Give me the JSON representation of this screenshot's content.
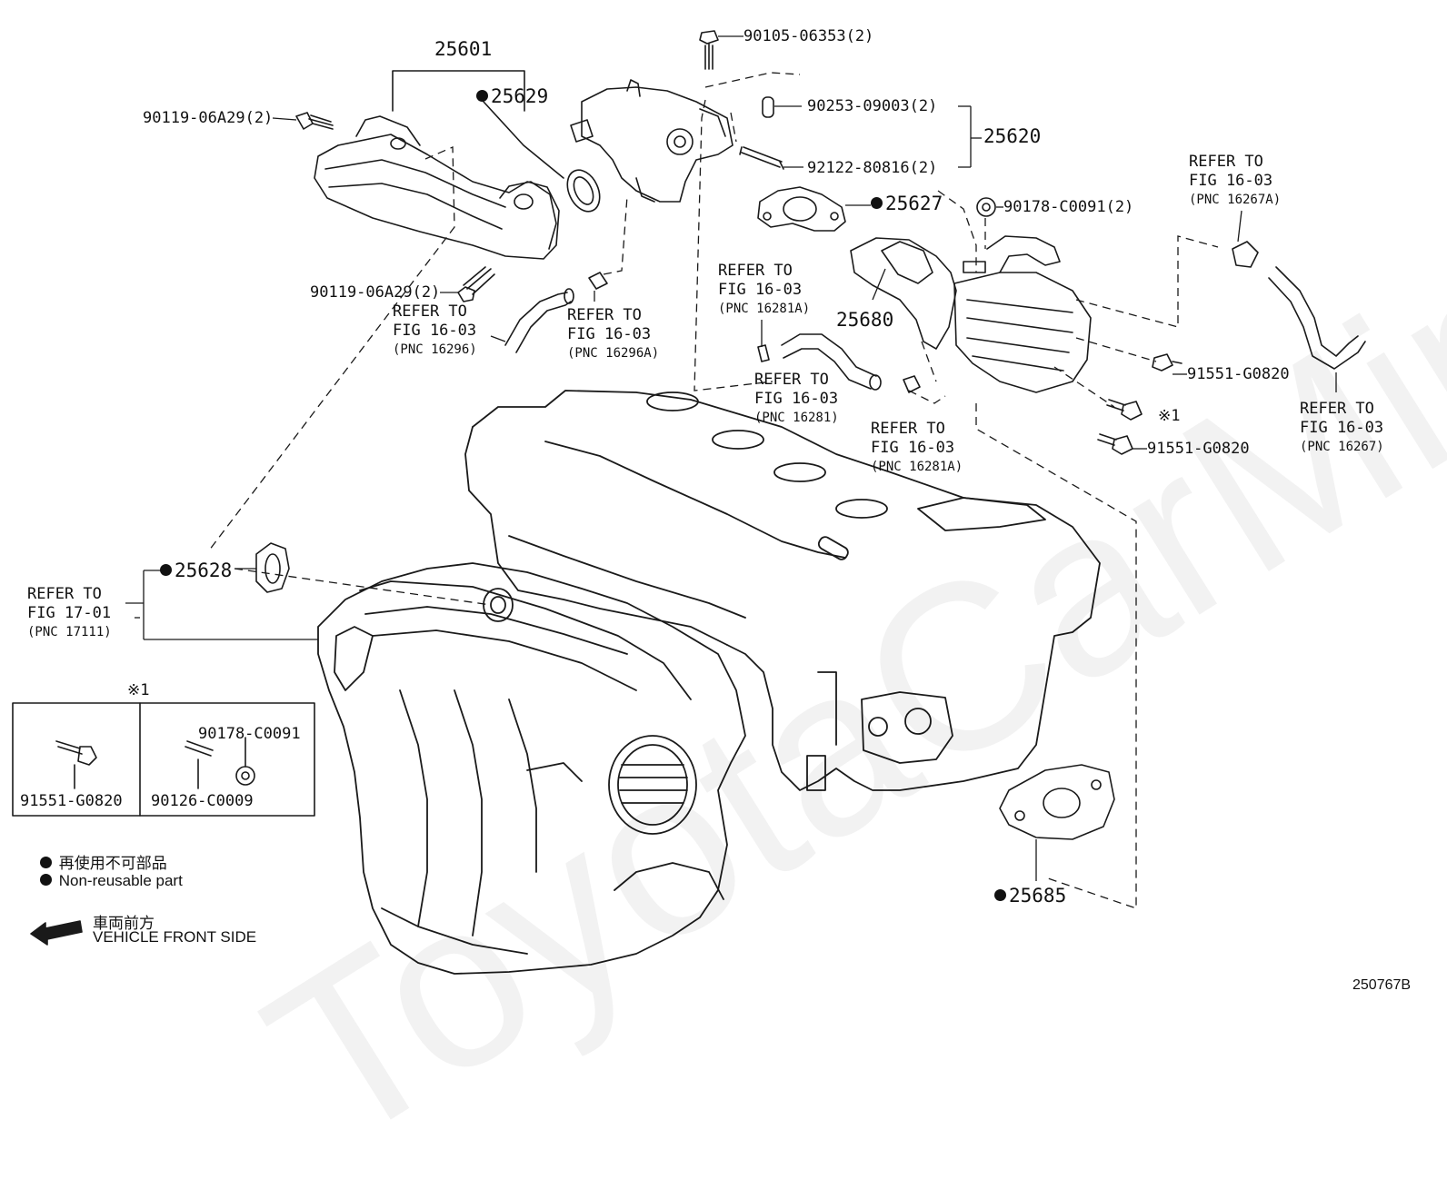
{
  "watermark": "ToyotaCarMine.ru",
  "parts": {
    "p25601": "25601",
    "p25629": "25629",
    "p25620": "25620",
    "p25627": "25627",
    "p25680": "25680",
    "p25628": "25628",
    "p25685": "25685",
    "bolt_90105": "90105-06353(2)",
    "bolt_90119_a": "90119-06A29(2)",
    "bolt_90119_b": "90119-06A29(2)",
    "pin_90253": "90253-09003(2)",
    "stud_92122": "92122-80816(2)",
    "nut_90178": "90178-C0091(2)",
    "bolt_91551_a": "91551-G0820",
    "bolt_91551_b": "91551-G0820",
    "note_mark": "※1"
  },
  "refs": [
    {
      "line1": "REFER TO",
      "line2": "FIG 16-03",
      "line3": "(PNC 16296)"
    },
    {
      "line1": "REFER TO",
      "line2": "FIG 16-03",
      "line3": "(PNC 16296A)"
    },
    {
      "line1": "REFER TO",
      "line2": "FIG 16-03",
      "line3": "(PNC 16281A)"
    },
    {
      "line1": "REFER TO",
      "line2": "FIG 16-03",
      "line3": "(PNC 16281)"
    },
    {
      "line1": "REFER TO",
      "line2": "FIG 16-03",
      "line3": "(PNC 16281A)"
    },
    {
      "line1": "REFER TO",
      "line2": "FIG 16-03",
      "line3": "(PNC 16267A)"
    },
    {
      "line1": "REFER TO",
      "line2": "FIG 16-03",
      "line3": "(PNC 16267)"
    },
    {
      "line1": "REFER TO",
      "line2": "FIG 17-01",
      "line3": "(PNC 17111)"
    }
  ],
  "inset": {
    "mark": "※1",
    "left_part": "91551-G0820",
    "right_top": "90178-C0091",
    "right_bottom": "90126-C0009"
  },
  "legend": {
    "jp": "再使用不可部品",
    "en": "Non-reusable part",
    "dir_jp": "車両前方",
    "dir_en": "VEHICLE FRONT SIDE"
  },
  "figure_code": "250767B"
}
